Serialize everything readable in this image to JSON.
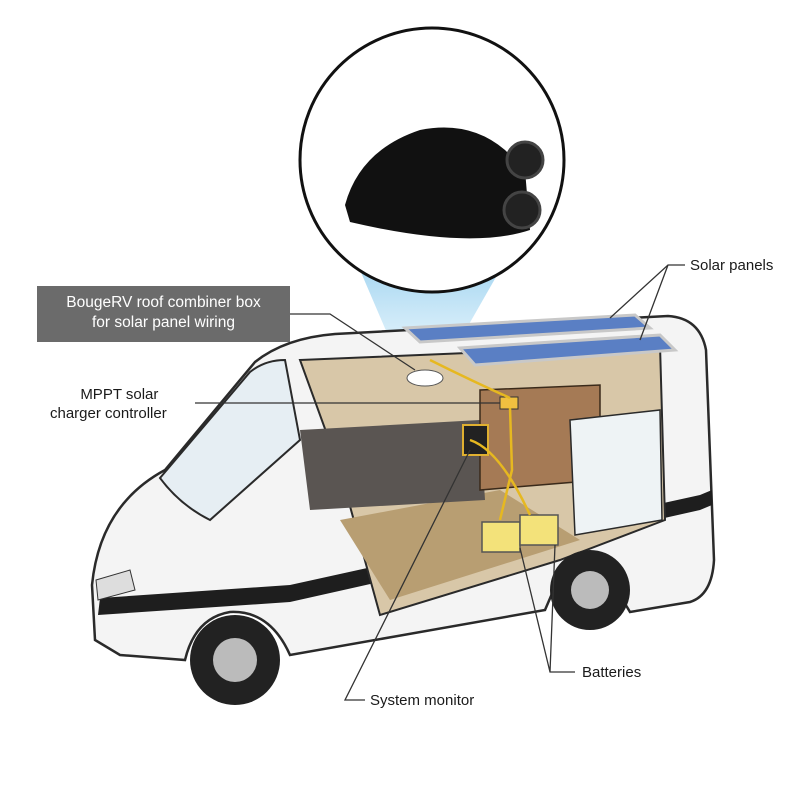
{
  "labels": {
    "combiner_line1": "BougeRV roof combiner box",
    "combiner_line2": "for solar panel wiring",
    "mppt_line1": "MPPT solar",
    "mppt_line2": "charger controller",
    "solar_panels": "Solar panels",
    "batteries": "Batteries",
    "system_monitor": "System monitor"
  },
  "colors": {
    "label_box": "#6b6b6b",
    "solar_blue": "#5a7fc4",
    "light_cone": "#bfe3f5",
    "battery_yellow": "#f3e27a"
  }
}
